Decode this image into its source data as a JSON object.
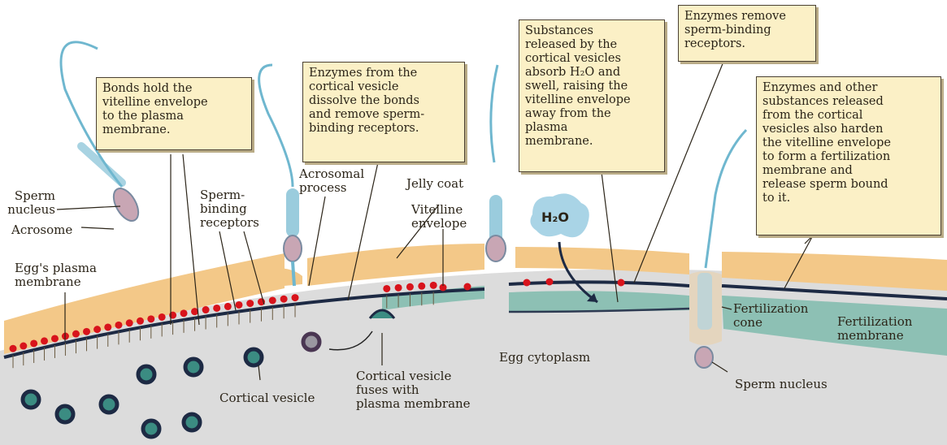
{
  "callouts": {
    "bonds_hold": "Bonds hold the\nvitelline envelope\nto the plasma\nmembrane.",
    "enzymes_cortical": "Enzymes from the\ncortical vesicle\ndissolve the bonds\nand remove sperm-\nbinding receptors.",
    "substances_released": "Substances\nreleased by the\ncortical vesicles\nabsorb H₂O and\nswell, raising the\nvitelline envelope\naway from the\nplasma\nmembrane.",
    "enzymes_remove": "Enzymes remove\nsperm-binding\nreceptors.",
    "enzymes_harden": "Enzymes and other\nsubstances released\nfrom the cortical\nvesicles also harden\nthe vitelline envelope\nto form a fertilization\nmembrane and\nrelease sperm bound\nto it."
  },
  "labels": {
    "sperm_nucleus_left": "Sperm\nnucleus",
    "acrosome": "Acrosome",
    "egg_plasma_membrane": "Egg's plasma\nmembrane",
    "sperm_binding_receptors": "Sperm-\nbinding\nreceptors",
    "acrosomal_process": "Acrosomal\nprocess",
    "jelly_coat": "Jelly coat",
    "vitelline_envelope": "Vitelline\nenvelope",
    "h2o": "H₂O",
    "fertilization_cone": "Fertilization\ncone",
    "fertilization_membrane": "Fertilization\nmembrane",
    "egg_cytoplasm": "Egg cytoplasm",
    "cortical_vesicle": "Cortical vesicle",
    "cortical_vesicle_fuses": "Cortical vesicle\nfuses with\nplasma membrane",
    "sperm_nucleus_right": "Sperm nucleus"
  },
  "colors": {
    "jelly": "#f3c888",
    "cytoplasm": "#dcdcdc",
    "perivitelline": "#8dc0b4",
    "membrane": "#1d2a44",
    "receptor": "#d8141c",
    "vesicle": "#3b8c82",
    "callout_fill": "#fbf0c6",
    "sperm_tail": "#6fb7cf",
    "water": "#a9d4e6"
  }
}
